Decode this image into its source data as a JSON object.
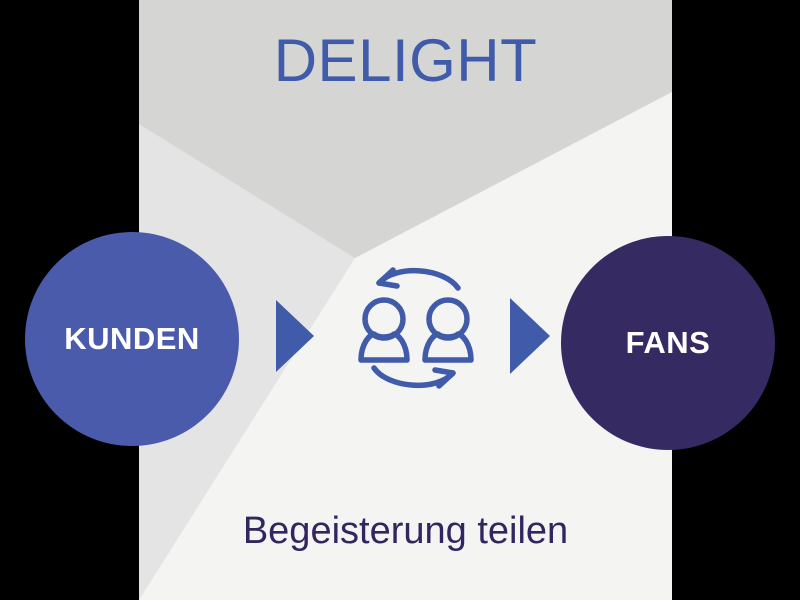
{
  "slide": {
    "title": "DELIGHT",
    "caption": "Begeisterung teilen",
    "background_color": "#000000",
    "panel_color": "#F4F4F2",
    "chevron_color": "#D5D5D4",
    "chevron_shadow_color": "#E4E4E4",
    "title_color": "#3F5BA9",
    "caption_color": "#33255E"
  },
  "nodes": [
    {
      "id": "kunden",
      "label": "KUNDEN",
      "color": "#4B5BAB",
      "text_color": "#FFFFFF",
      "role": "start"
    },
    {
      "id": "fans",
      "label": "FANS",
      "color": "#362A63",
      "text_color": "#FFFFFF",
      "role": "end"
    }
  ],
  "connectors": [
    {
      "id": "arrow-left",
      "icon": "triangle-right-icon",
      "color": "#3F5BA9",
      "direction": "right"
    },
    {
      "id": "arrow-right",
      "icon": "triangle-right-icon",
      "color": "#3F5BA9",
      "direction": "right"
    }
  ],
  "center_icon": {
    "name": "two-people-cycle-icon",
    "color": "#3F5BA9",
    "parts": [
      "person-left-icon",
      "person-right-icon",
      "arrow-curved-top-left-icon",
      "arrow-curved-bottom-right-icon"
    ]
  },
  "chart_data": {
    "type": "diagram",
    "diagram_kind": "process-flow",
    "title": "DELIGHT",
    "subtitle": "Begeisterung teilen",
    "steps": [
      "KUNDEN",
      "FANS"
    ],
    "step_colors": [
      "#4B5BAB",
      "#362A63"
    ],
    "connector_count": 2,
    "center_symbol": "two-people-cycle"
  }
}
